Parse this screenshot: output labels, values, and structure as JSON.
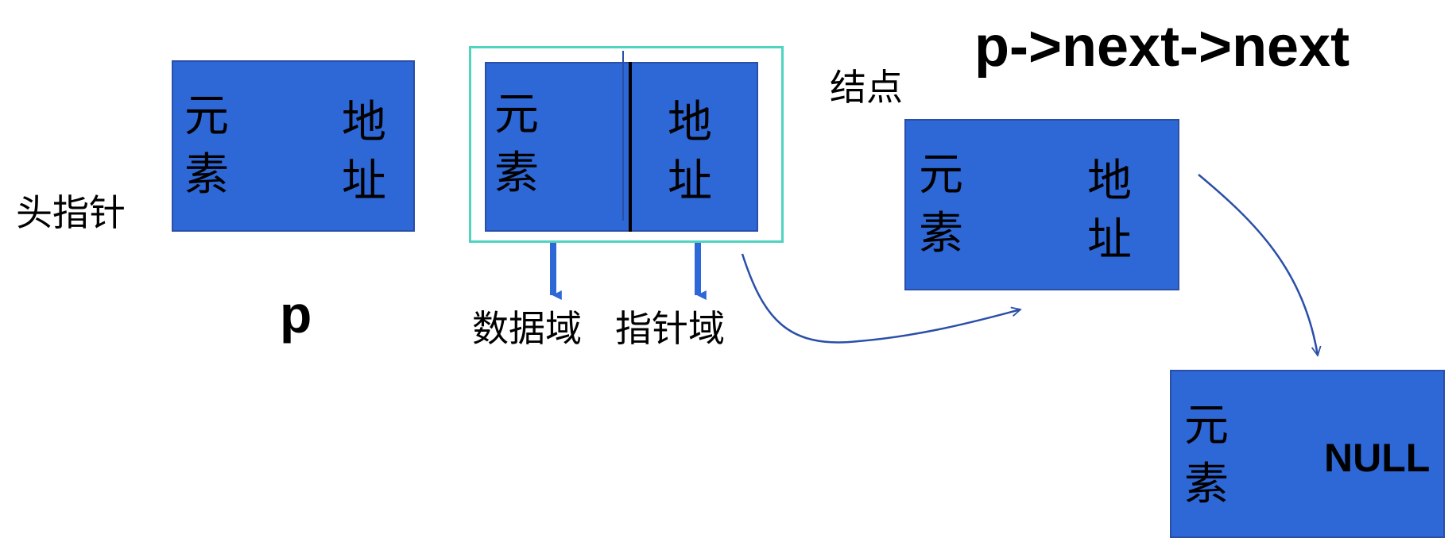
{
  "labels": {
    "head_pointer": "头指针",
    "p": "p",
    "data_field": "数据域",
    "pointer_field": "指针域",
    "node": "结点",
    "expression": "p->next->next"
  },
  "nodes": [
    {
      "element": "元\n素",
      "address": "地\n址"
    },
    {
      "element": "元\n素",
      "address": "地\n址"
    },
    {
      "element": "元\n素",
      "address": "地\n址"
    },
    {
      "element": "元\n素",
      "address": "NULL"
    }
  ],
  "colors": {
    "node_fill": "#2e67d6",
    "node_border": "#2a4fa8",
    "highlight_frame": "#4fd4c0",
    "arrow": "#2a4fa8"
  }
}
